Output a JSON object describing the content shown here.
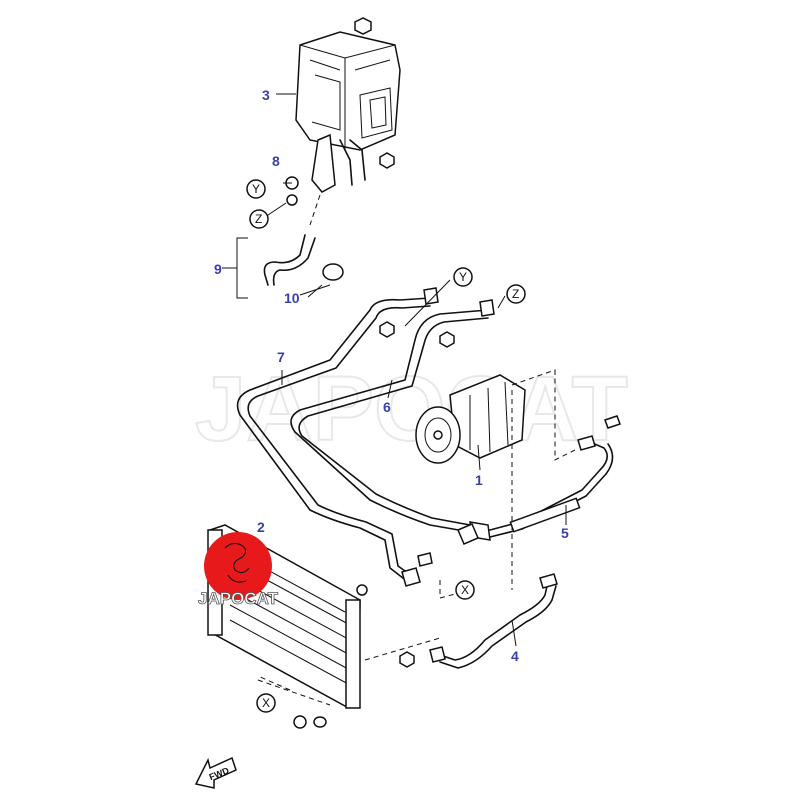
{
  "diagram": {
    "watermark": "JAPOCAT",
    "logo_text": "JAPOCAT",
    "direction_label": "FWD",
    "part_numbers": [
      "1",
      "2",
      "3",
      "4",
      "5",
      "6",
      "7",
      "8",
      "9",
      "10"
    ],
    "callouts": {
      "y": "Y",
      "z": "Z",
      "x": "X"
    },
    "colors": {
      "label": "#3a3fa8",
      "logo": "#e8191b"
    }
  }
}
